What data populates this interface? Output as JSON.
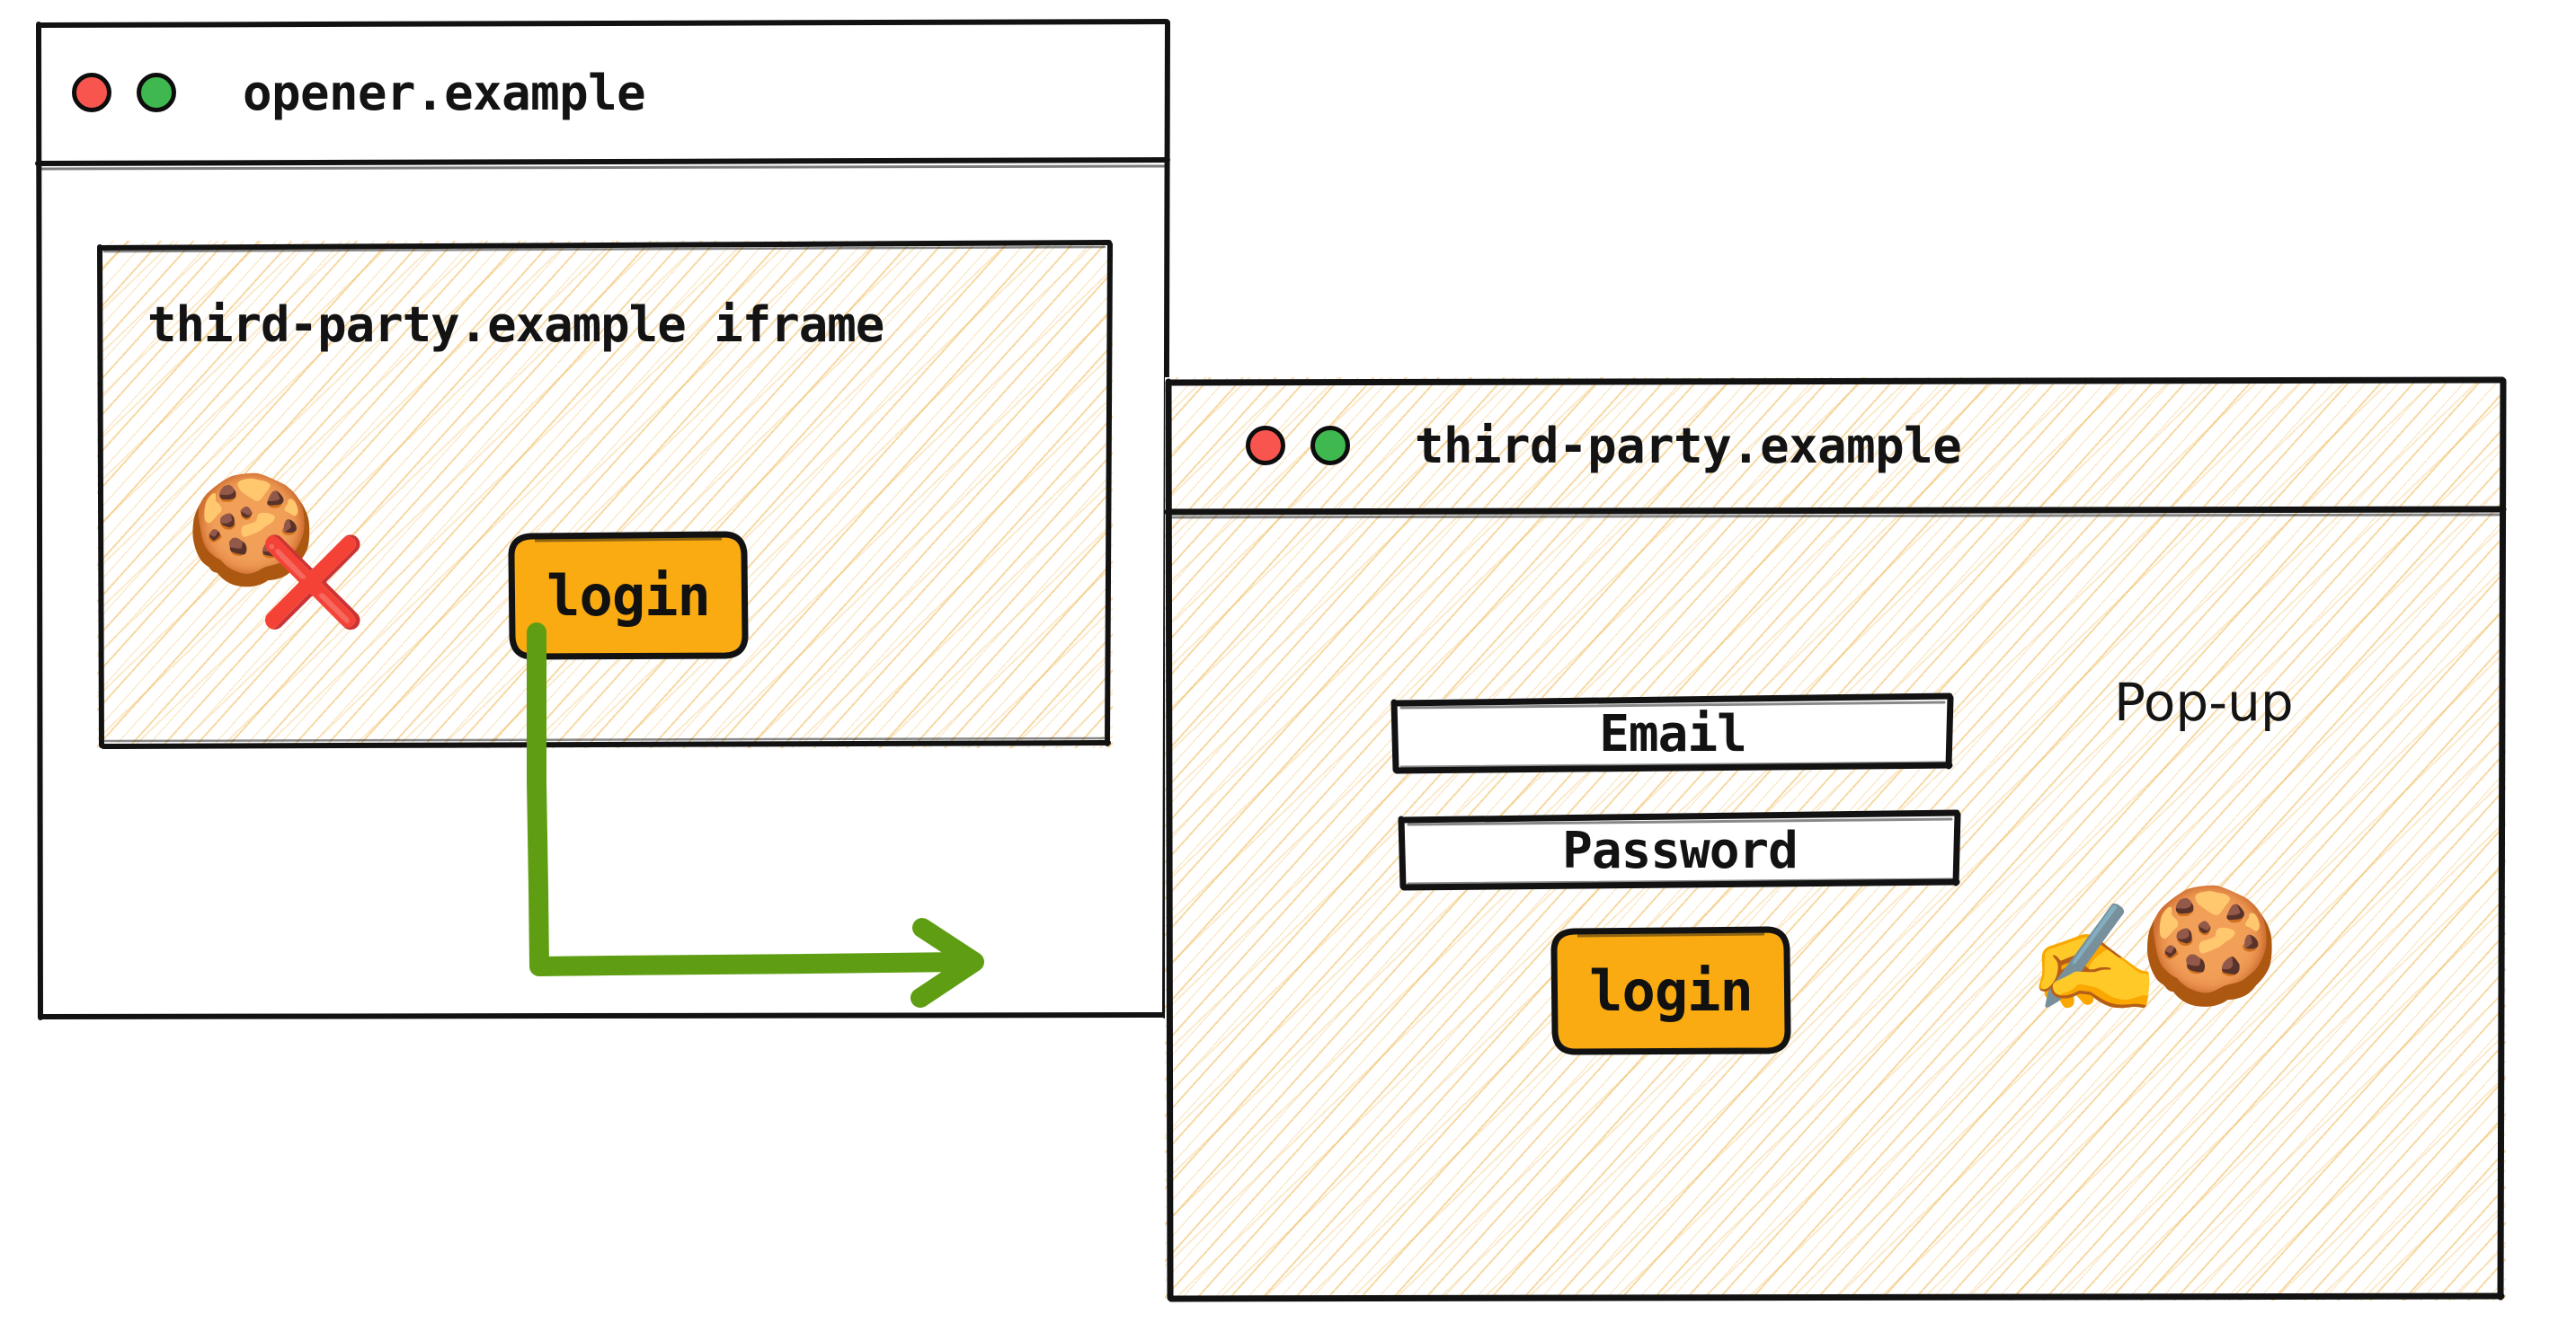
{
  "opener_window": {
    "title": "opener.example",
    "controls": [
      {
        "name": "close",
        "color": "#f9554f"
      },
      {
        "name": "maximize",
        "color": "#3fb84f"
      }
    ]
  },
  "iframe": {
    "title": "third-party.example iframe",
    "cookie_icon": "cookie-emoji",
    "cookie_glyph": "🍪",
    "blocked_icon": "red-cross-emoji",
    "blocked_glyph": "❌",
    "login_label": "login"
  },
  "arrow": {
    "name": "flow-arrow",
    "color": "#5f9e12",
    "from": "iframe-login-button",
    "to": "popup-window"
  },
  "popup_window": {
    "title": "third-party.example",
    "annotation": "Pop-up",
    "controls": [
      {
        "name": "close",
        "color": "#f9554f"
      },
      {
        "name": "maximize",
        "color": "#3fb84f"
      }
    ],
    "form": {
      "email_label": "Email",
      "password_label": "Password",
      "login_label": "login"
    },
    "signing_icon": "writing-hand-emoji",
    "signing_glyph": "✍️",
    "cookie_icon": "cookie-emoji",
    "cookie_glyph": "🍪"
  },
  "colors": {
    "button_amber": "#f9ab11",
    "arrow_green": "#5f9e12",
    "hatch_gold": "#f0ba5a",
    "ink": "#111111",
    "control_red": "#f9554f",
    "control_green": "#3fb84f"
  }
}
